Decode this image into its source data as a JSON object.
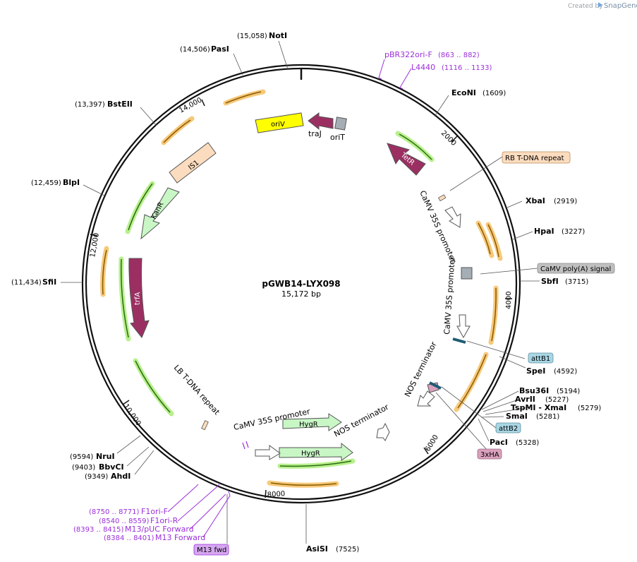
{
  "credit": {
    "prefix": "Created by",
    "brand": "SnapGene"
  },
  "plasmid": {
    "name": "pGWB14-LYX098",
    "length": "15,172 bp"
  },
  "ticks": [
    "2000",
    "4000",
    "6000",
    "8000",
    "10,000",
    "12,000",
    "14,000"
  ],
  "sites": [
    {
      "name": "NotI",
      "pos": "(15,058)"
    },
    {
      "name": "PasI",
      "pos": "(14,506)"
    },
    {
      "name": "BstEII",
      "pos": "(13,397)"
    },
    {
      "name": "BlpI",
      "pos": "(12,459)"
    },
    {
      "name": "SfiI",
      "pos": "(11,434)"
    },
    {
      "name": "NruI",
      "pos": "(9594)"
    },
    {
      "name": "BbvCI",
      "pos": "(9403)"
    },
    {
      "name": "AhdI",
      "pos": "(9349)"
    },
    {
      "name": "AsiSI",
      "pos": "(7525)"
    },
    {
      "name": "EcoNI",
      "pos": "(1609)"
    },
    {
      "name": "XbaI",
      "pos": "(2919)"
    },
    {
      "name": "HpaI",
      "pos": "(3227)"
    },
    {
      "name": "SbfI",
      "pos": "(3715)"
    },
    {
      "name": "SpeI",
      "pos": "(4592)"
    },
    {
      "name": "Bsu36I",
      "pos": "(5194)"
    },
    {
      "name": "AvrII",
      "pos": "(5227)"
    },
    {
      "name": "TspMI - XmaI",
      "pos": "(5279)"
    },
    {
      "name": "SmaI",
      "pos": "(5281)"
    },
    {
      "name": "PacI",
      "pos": "(5328)"
    }
  ],
  "primers": [
    {
      "name": "pBR322ori-F",
      "pos": "(863 .. 882)"
    },
    {
      "name": "L4440",
      "pos": "(1116 .. 1133)"
    },
    {
      "name": "F1ori-F",
      "pos": "(8750 .. 8771)"
    },
    {
      "name": "F1ori-R",
      "pos": "(8540 .. 8559)"
    },
    {
      "name": "M13/pUC Forward",
      "pos": "(8393 .. 8415)"
    },
    {
      "name": "M13 Forward",
      "pos": "(8384 .. 8401)"
    }
  ],
  "boxed": [
    "RB T-DNA repeat",
    "CaMV poly(A) signal",
    "attB1",
    "attB2",
    "3xHA",
    "M13 fwd"
  ],
  "features": {
    "oriV": "oriV",
    "traJ": "traJ",
    "oriT": "oriT",
    "IS1": "IS1",
    "KanR": "KanR",
    "trfA": "trfA",
    "TetR": "TetR",
    "hygR1": "HygR",
    "hygR2": "HygR",
    "camv_a": "CaMV 35S promoter",
    "camv_b": "CaMV 35S promoter",
    "camv_c": "CaMV 35S promoter",
    "nos_a": "NOS terminator",
    "nos_b": "NOS terminator",
    "lb": "LB T-DNA repeat"
  },
  "colors": {
    "backbone": "#111111",
    "trfA": "#9b2f62",
    "tetR": "#9b2f62",
    "traJ": "#9b2f62",
    "oriV": "#ffff00",
    "is1": "#fcdcbe",
    "kanR": "#c8f7c5",
    "primer": "#9b30d9",
    "rb": "#fcdcbe",
    "polyA": "#c0c0c0",
    "attB": "#a8d6e4",
    "ha": "#d9a0bd"
  }
}
